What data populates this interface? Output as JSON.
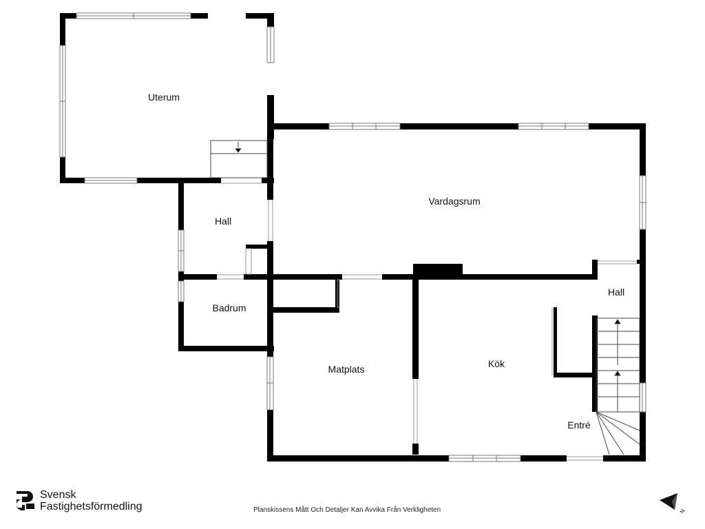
{
  "rooms": {
    "uterum": "Uterum",
    "vardagsrum": "Vardagsrum",
    "hall_upper": "Hall",
    "hall_right": "Hall",
    "badrum": "Badrum",
    "matplats": "Matplats",
    "kok": "Kök",
    "entre": "Entré"
  },
  "brand": {
    "line1": "Svensk",
    "line2": "Fastighetsförmedling",
    "logo_icon": "svensk-fastighetsformedling-logo",
    "color": "#111111"
  },
  "disclaimer": "Planskissens Mått Och Detaljer Kan Avvika Från Verkligheten",
  "compass": {
    "label": "N",
    "icon": "north-arrow"
  },
  "colors": {
    "wall": "#000000",
    "window": "#888888",
    "background": "#ffffff"
  }
}
